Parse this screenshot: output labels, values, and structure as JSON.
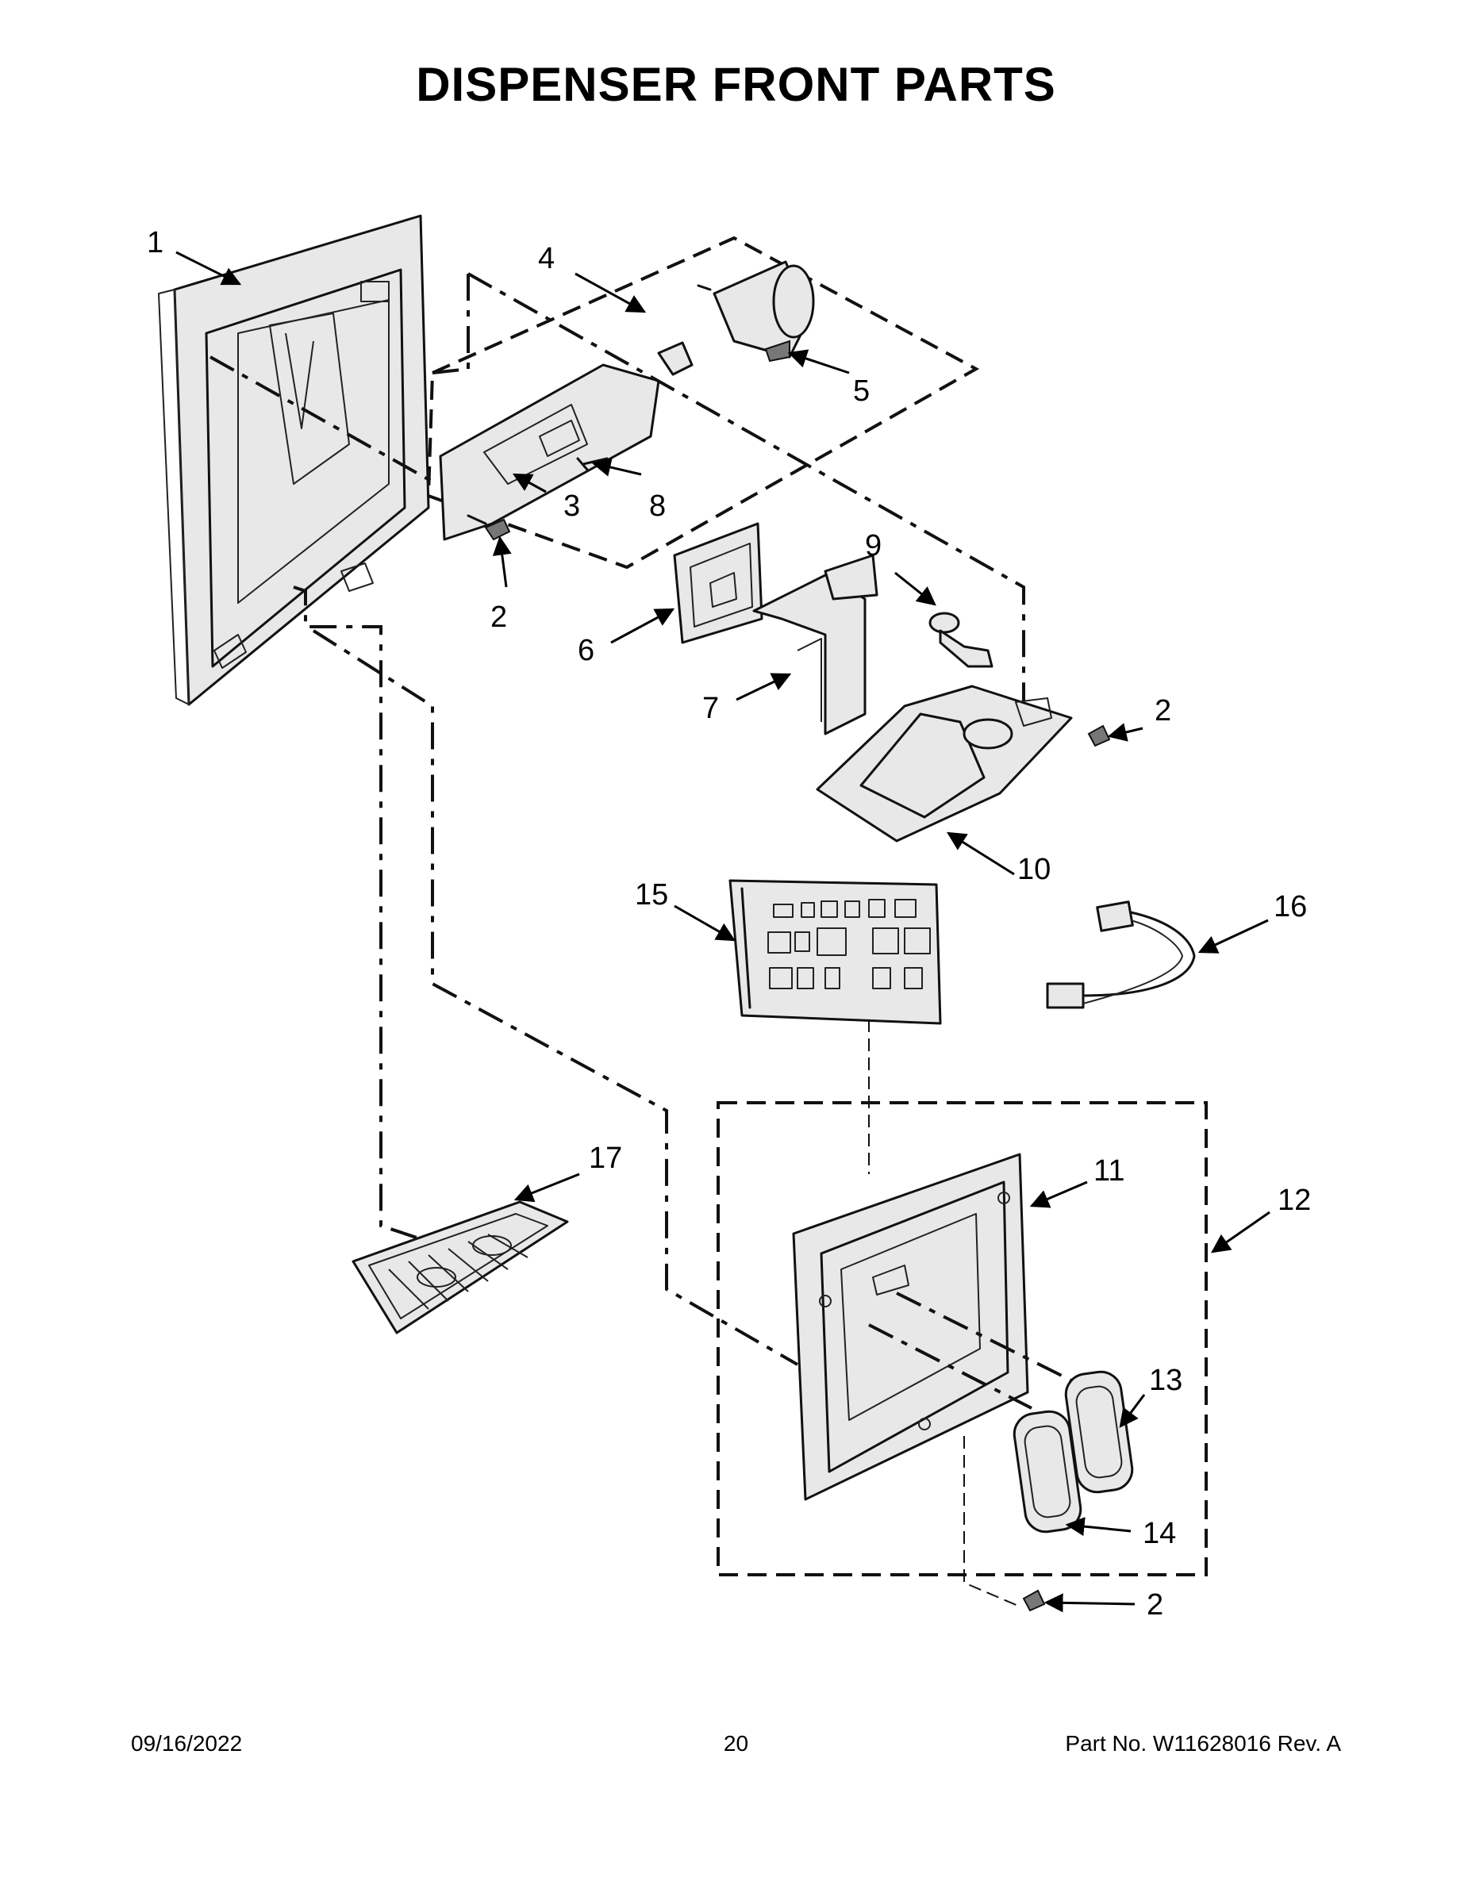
{
  "title": "DISPENSER FRONT PARTS",
  "callouts": {
    "c1": "1",
    "c2a": "2",
    "c2b": "2",
    "c2c": "2",
    "c3": "3",
    "c4": "4",
    "c5": "5",
    "c6": "6",
    "c7": "7",
    "c8": "8",
    "c9": "9",
    "c10": "10",
    "c11": "11",
    "c12": "12",
    "c13": "13",
    "c14": "14",
    "c15": "15",
    "c16": "16",
    "c17": "17"
  },
  "footer": {
    "date": "09/16/2022",
    "page": "20",
    "part": "Part No.  W11628016  Rev.  A"
  }
}
